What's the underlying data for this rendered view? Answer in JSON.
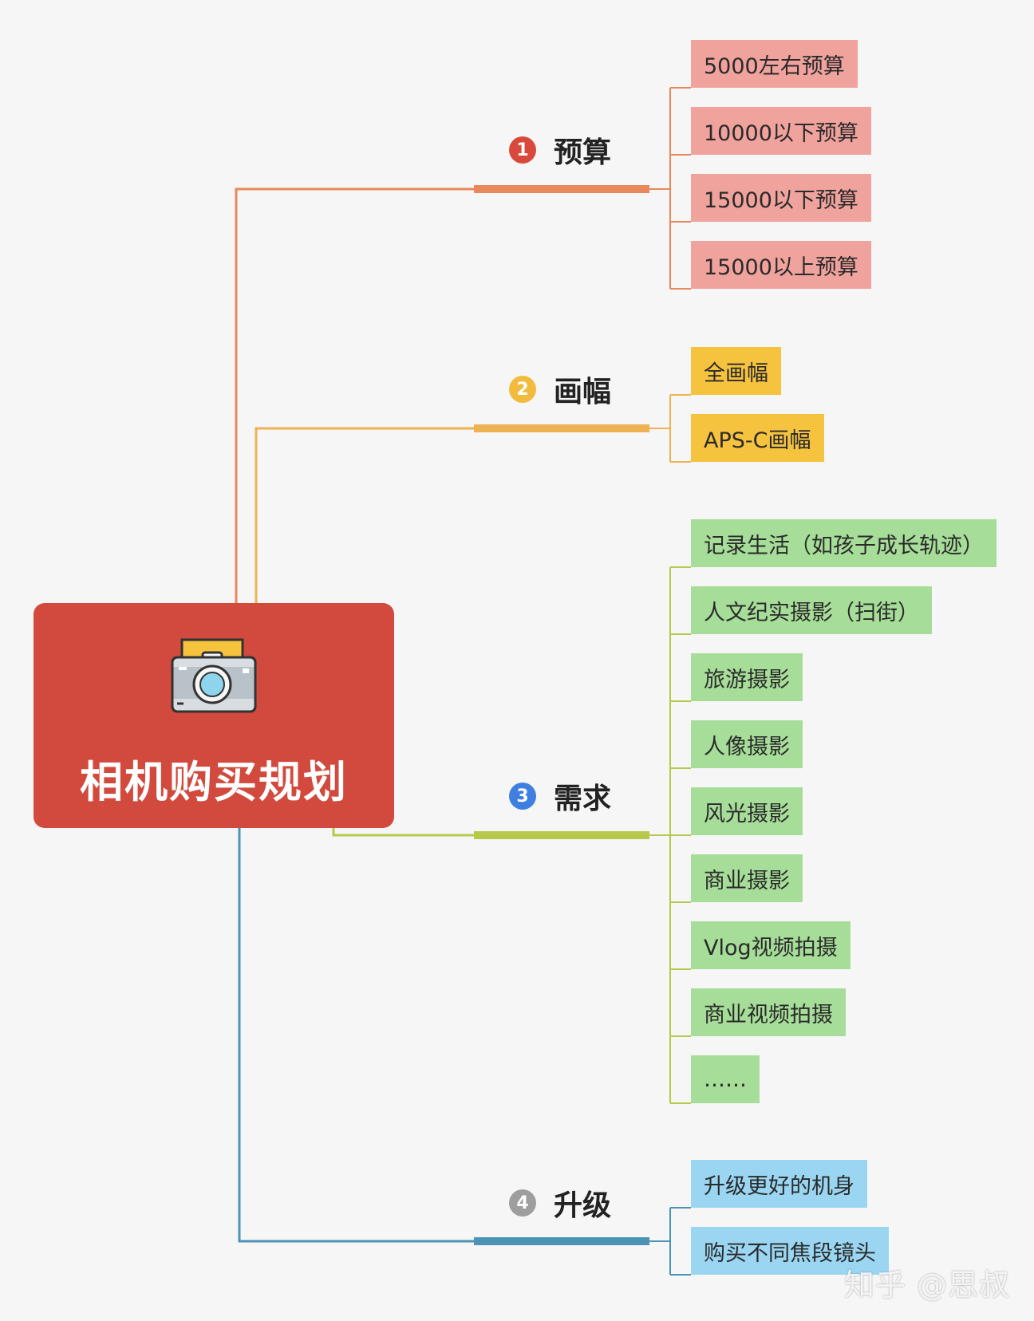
{
  "root": {
    "title": "相机购买规划"
  },
  "branches": [
    {
      "number": "1",
      "label": "预算",
      "color": "#e8885b",
      "badge_color": "#d9493b",
      "leaf_color": "#f0a29d",
      "leaves": [
        "5000左右预算",
        "10000以下预算",
        "15000以下预算",
        "15000以上预算"
      ]
    },
    {
      "number": "2",
      "label": "画幅",
      "color": "#efb252",
      "badge_color": "#f3bb3d",
      "leaf_color": "#f6c33e",
      "leaves": [
        "全画幅",
        "APS-C画幅"
      ]
    },
    {
      "number": "3",
      "label": "需求",
      "color": "#b7c94a",
      "badge_color": "#3e7fe0",
      "leaf_color": "#a6dd98",
      "leaves": [
        "记录生活（如孩子成长轨迹）",
        "人文纪实摄影（扫街）",
        "旅游摄影",
        "人像摄影",
        "风光摄影",
        "商业摄影",
        "Vlog视频拍摄",
        "商业视频拍摄",
        "……"
      ]
    },
    {
      "number": "4",
      "label": "升级",
      "color": "#4c93b5",
      "badge_color": "#9e9e9e",
      "leaf_color": "#9ad6f2",
      "leaves": [
        "升级更好的机身",
        "购买不同焦段镜头"
      ]
    }
  ],
  "watermark": "知乎 @思叔"
}
